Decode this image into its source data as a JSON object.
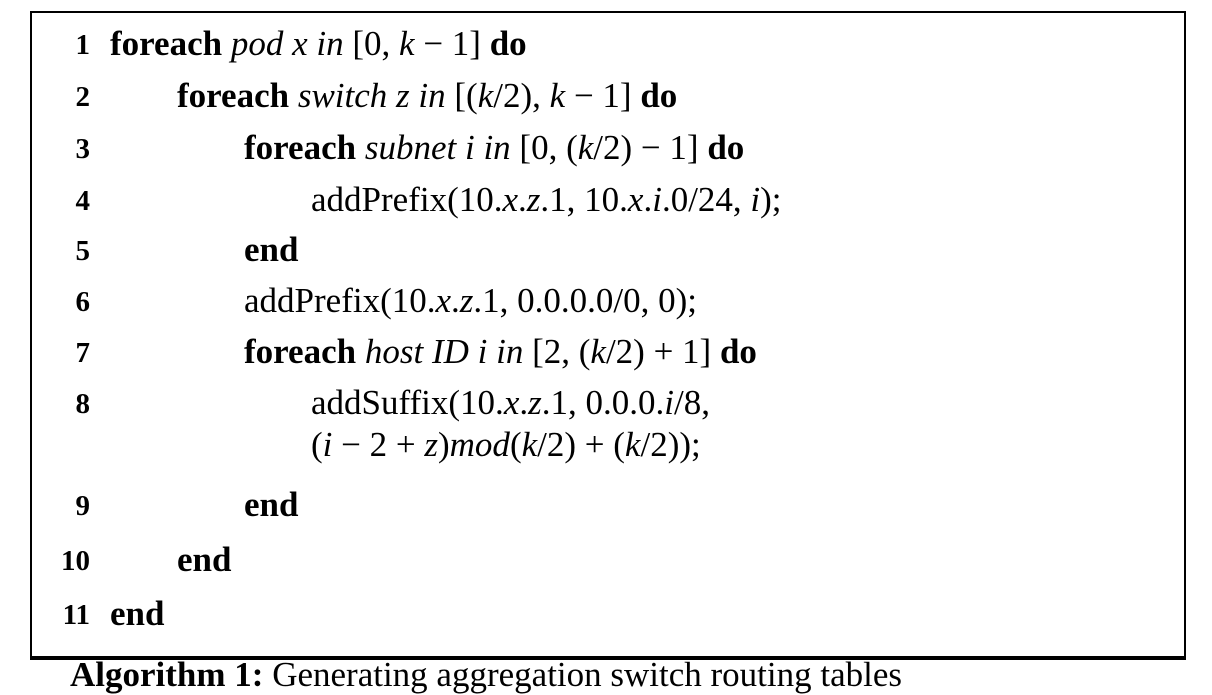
{
  "caption": {
    "label": "Algorithm 1:",
    "text": "Generating aggregation switch routing tables"
  },
  "lines": [
    {
      "num": "1",
      "indent": 0,
      "segs": [
        {
          "t": "foreach ",
          "s": "b"
        },
        {
          "t": "pod x in ",
          "s": "i"
        },
        {
          "t": "[0, ",
          "s": "r"
        },
        {
          "t": "k",
          "s": "i"
        },
        {
          "t": " − 1] ",
          "s": "r"
        },
        {
          "t": "do",
          "s": "b"
        }
      ]
    },
    {
      "num": "2",
      "indent": 1,
      "segs": [
        {
          "t": "foreach ",
          "s": "b"
        },
        {
          "t": "switch z in ",
          "s": "i"
        },
        {
          "t": "[(",
          "s": "r"
        },
        {
          "t": "k",
          "s": "i"
        },
        {
          "t": "/2), ",
          "s": "r"
        },
        {
          "t": "k",
          "s": "i"
        },
        {
          "t": " − 1] ",
          "s": "r"
        },
        {
          "t": "do",
          "s": "b"
        }
      ]
    },
    {
      "num": "3",
      "indent": 2,
      "segs": [
        {
          "t": "foreach ",
          "s": "b"
        },
        {
          "t": "subnet i in ",
          "s": "i"
        },
        {
          "t": "[0, (",
          "s": "r"
        },
        {
          "t": "k",
          "s": "i"
        },
        {
          "t": "/2) − 1] ",
          "s": "r"
        },
        {
          "t": "do",
          "s": "b"
        }
      ]
    },
    {
      "num": "4",
      "indent": 3,
      "segs": [
        {
          "t": "addPrefix(10.",
          "s": "r"
        },
        {
          "t": "x",
          "s": "i"
        },
        {
          "t": ".",
          "s": "r"
        },
        {
          "t": "z",
          "s": "i"
        },
        {
          "t": ".1, 10.",
          "s": "r"
        },
        {
          "t": "x",
          "s": "i"
        },
        {
          "t": ".",
          "s": "r"
        },
        {
          "t": "i",
          "s": "i"
        },
        {
          "t": ".0/24, ",
          "s": "r"
        },
        {
          "t": "i",
          "s": "i"
        },
        {
          "t": ");",
          "s": "r"
        }
      ]
    },
    {
      "num": "5",
      "indent": 2,
      "segs": [
        {
          "t": "end",
          "s": "b"
        }
      ]
    },
    {
      "num": "6",
      "indent": 2,
      "segs": [
        {
          "t": "addPrefix(10.",
          "s": "r"
        },
        {
          "t": "x",
          "s": "i"
        },
        {
          "t": ".",
          "s": "r"
        },
        {
          "t": "z",
          "s": "i"
        },
        {
          "t": ".1, 0.0.0.0/0, 0);",
          "s": "r"
        }
      ]
    },
    {
      "num": "7",
      "indent": 2,
      "segs": [
        {
          "t": "foreach ",
          "s": "b"
        },
        {
          "t": "host ID i in ",
          "s": "i"
        },
        {
          "t": "[2, (",
          "s": "r"
        },
        {
          "t": "k",
          "s": "i"
        },
        {
          "t": "/2) + 1] ",
          "s": "r"
        },
        {
          "t": "do",
          "s": "b"
        }
      ]
    },
    {
      "num": "8",
      "indent": 3,
      "segs": [
        {
          "t": "addSuffix(10.",
          "s": "r"
        },
        {
          "t": "x",
          "s": "i"
        },
        {
          "t": ".",
          "s": "r"
        },
        {
          "t": "z",
          "s": "i"
        },
        {
          "t": ".1, 0.0.0.",
          "s": "r"
        },
        {
          "t": "i",
          "s": "i"
        },
        {
          "t": "/8,",
          "s": "r"
        }
      ]
    },
    {
      "num": "",
      "indent": 3,
      "segs": [
        {
          "t": "(",
          "s": "r"
        },
        {
          "t": "i",
          "s": "i"
        },
        {
          "t": " − 2 + ",
          "s": "r"
        },
        {
          "t": "z",
          "s": "i"
        },
        {
          "t": ")",
          "s": "r"
        },
        {
          "t": "mod",
          "s": "i"
        },
        {
          "t": "(",
          "s": "r"
        },
        {
          "t": "k",
          "s": "i"
        },
        {
          "t": "/2) + (",
          "s": "r"
        },
        {
          "t": "k",
          "s": "i"
        },
        {
          "t": "/2));",
          "s": "r"
        }
      ]
    },
    {
      "num": "9",
      "indent": 2,
      "segs": [
        {
          "t": "end",
          "s": "b"
        }
      ]
    },
    {
      "num": "10",
      "indent": 1,
      "segs": [
        {
          "t": "end",
          "s": "b"
        }
      ]
    },
    {
      "num": "11",
      "indent": 0,
      "segs": [
        {
          "t": "end",
          "s": "b"
        }
      ]
    }
  ]
}
